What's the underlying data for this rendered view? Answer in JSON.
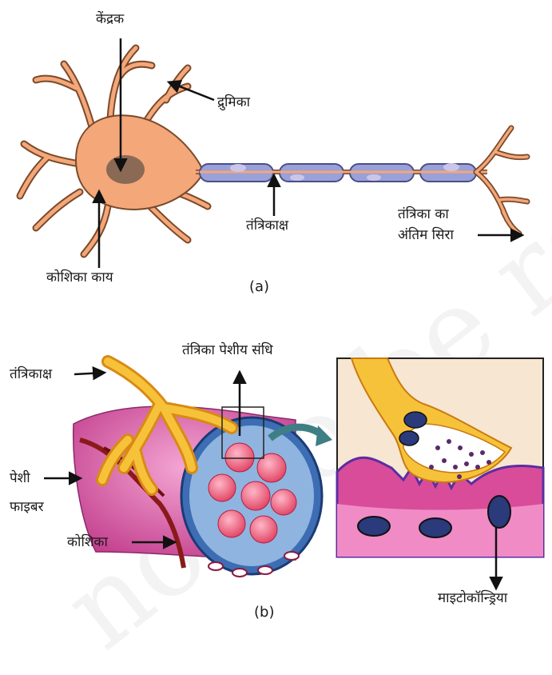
{
  "panel_a": {
    "caption": "(a)",
    "labels": {
      "nucleus": "केंद्रक",
      "dendrite": "द्रुमिका",
      "axon": "तंत्रिकाक्ष",
      "nerve_ending_line1": "तंत्रिका का",
      "nerve_ending_line2": "अंतिम सिरा",
      "cell_body": "कोशिका काय"
    }
  },
  "panel_b": {
    "caption": "(b)",
    "labels": {
      "axon": "तंत्रिकाक्ष",
      "neuromuscular_junction": "तंत्रिका पेशीय संधि",
      "muscle_fiber_line1": "पेशी",
      "muscle_fiber_line2": "फाइबर",
      "cell": "कोशिका",
      "mitochondria": "माइटोकॉन्ड्रिया"
    }
  },
  "watermark": "not to be republished",
  "colors": {
    "neuron_body": "#f4a779",
    "neuron_outline": "#7a4a2a",
    "nucleus": "#8a6a55",
    "myelin": "#9aa0d8",
    "myelin_outline": "#4a4f86",
    "axon_yellow": "#f6c23a",
    "muscle_pink": "#d84c9a",
    "muscle_light": "#f08bc6",
    "capillary": "#8a1a1a",
    "inset_frame": "#222222"
  }
}
